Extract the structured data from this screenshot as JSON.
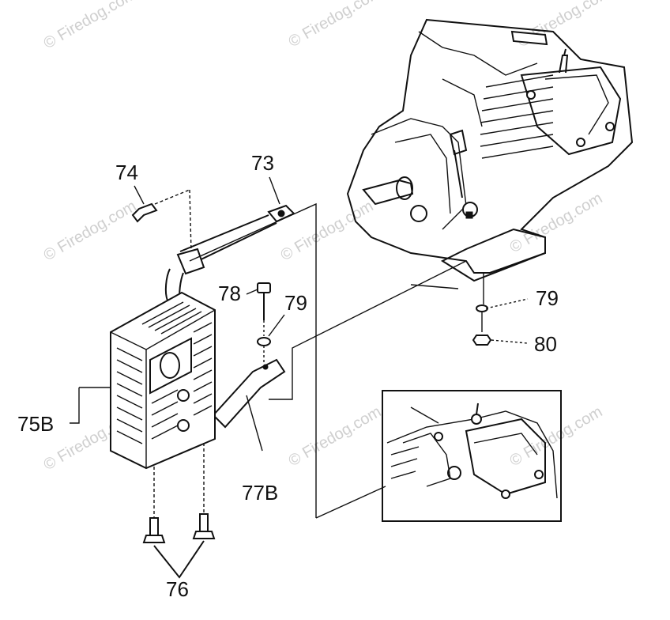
{
  "watermark": "© Firedog.com",
  "callouts": {
    "c73": "73",
    "c74": "74",
    "c75b": "75B",
    "c76": "76",
    "c77b": "77B",
    "c78": "78",
    "c79a": "79",
    "c79b": "79",
    "c80": "80"
  }
}
